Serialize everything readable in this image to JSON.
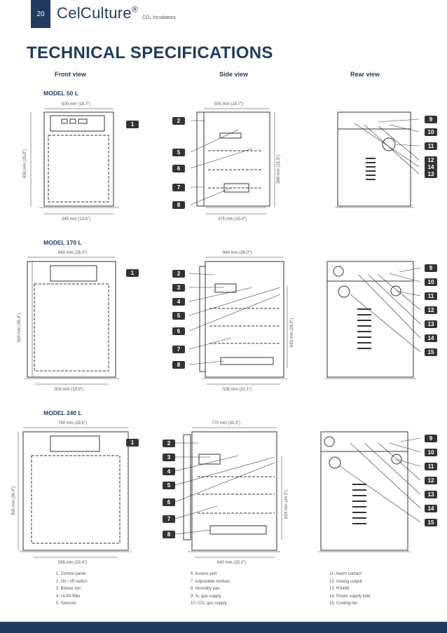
{
  "page_number": "20",
  "brand": "CelCulture",
  "brand_mark": "®",
  "brand_subtitle": "CO₂ Incubators",
  "title": "TECHNICAL SPECIFICATIONS",
  "views": [
    "Front view",
    "Side view",
    "Rear view"
  ],
  "models": [
    {
      "name": "MODEL 50 L",
      "front_width": "500 mm (19.7\")",
      "front_height": "655 mm (25.8\")",
      "front_base": "345 mm (13.6\")",
      "side_width": "500 mm (19.7\")",
      "side_inner": "388 mm (15.3\")",
      "side_base": "375 mm (15.0\")",
      "front_callouts": [
        "1"
      ],
      "side_callouts": [
        "2",
        "5",
        "6",
        "7",
        "8"
      ],
      "rear_callouts": [
        "9",
        "10",
        "11",
        "12",
        "13",
        "14"
      ]
    },
    {
      "name": "MODEL 170 L",
      "front_width": "660 mm (26.0\")",
      "front_height": "900 mm (35.4\")",
      "front_base": "505 mm (19.9\")",
      "side_width": "660 mm (26.0\")",
      "side_inner": "633 mm (24.9\")",
      "side_base": "535 mm (21.1\")",
      "front_callouts": [
        "1"
      ],
      "side_callouts": [
        "2",
        "3",
        "4",
        "5",
        "6",
        "7",
        "8"
      ],
      "rear_callouts": [
        "9",
        "10",
        "11",
        "12",
        "13",
        "14",
        "15"
      ]
    },
    {
      "name": "MODEL 240 L",
      "front_width": "750 mm (29.5\")",
      "front_height": "900 mm (35.4\")",
      "front_base": "595 mm (23.4\")",
      "side_width": "770 mm (30.3\")",
      "side_inner": "633 mm (24.9\")",
      "side_base": "640 mm (25.2\")",
      "front_callouts": [
        "1"
      ],
      "side_callouts": [
        "2",
        "3",
        "4",
        "5",
        "6",
        "7",
        "8"
      ],
      "rear_callouts": [
        "9",
        "10",
        "11",
        "12",
        "13",
        "14",
        "15"
      ]
    }
  ],
  "legend": [
    [
      "1. Control panel",
      "2. On / off switch",
      "3. Blower fan",
      "4. ULPA filter",
      "5. Sensors"
    ],
    [
      "6. Access port",
      "7. Adjustable shelves",
      "8. Humidity pan",
      "9. N₂ gas supply",
      "10. CO₂ gas supply"
    ],
    [
      "11. Alarm contact",
      "12. Analog output",
      "13. RS485",
      "14. Power supply inlet",
      "15. Cooling fan"
    ]
  ]
}
